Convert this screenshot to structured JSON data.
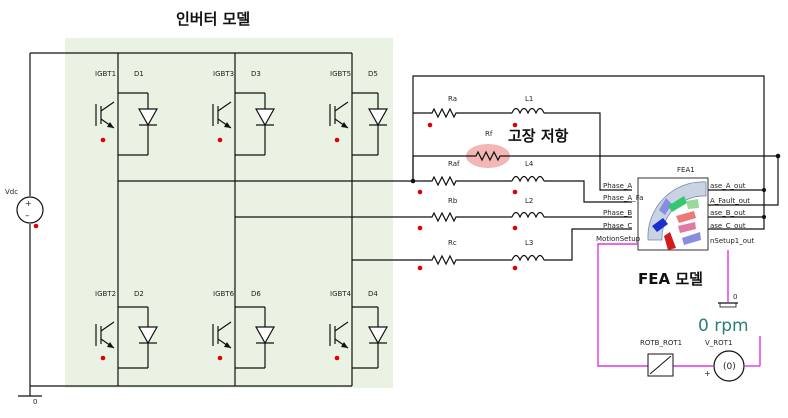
{
  "titles": {
    "inverter": "인버터 모델",
    "fault": "고장 저항",
    "fea": "FEA 모델",
    "rpm": "0 rpm"
  },
  "labels": {
    "vdc": "Vdc",
    "igbt1": "IGBT1",
    "d1": "D1",
    "igbt3": "IGBT3",
    "d3": "D3",
    "igbt5": "IGBT5",
    "d5": "D5",
    "igbt2": "IGBT2",
    "d2": "D2",
    "igbt6": "IGBT6",
    "d6": "D6",
    "igbt4": "IGBT4",
    "d4": "D4",
    "ra": "Ra",
    "l1": "L1",
    "rf": "Rf",
    "raf": "Raf",
    "l4": "L4",
    "rb": "Rb",
    "l2": "L2",
    "rc": "Rc",
    "l3": "L3",
    "fea1": "FEA1",
    "phase_a": "Phase_A",
    "phase_a_fault": "Phase_A_Fa",
    "phase_b": "Phase_B",
    "phase_c": "Phase_C",
    "motion_setup": "MotionSetup",
    "phase_a_out": "ase_A_out",
    "phase_a_fault_out": "A_Fault_out",
    "phase_b_out": "ase_B_out",
    "phase_c_out": "ase_C_out",
    "motion_setup_out": "nSetup1_out",
    "gnd_left": "0",
    "gnd_right": "0",
    "rotb": "ROTB_ROT1",
    "vrot": "V_ROT1"
  },
  "colors": {
    "inverter_bg": "#eaf3e3",
    "fault_highlight": "#f3b7b7",
    "wire": "#111111",
    "motion_wire": "#e036e0",
    "rpm_text": "#2a7f7a",
    "node_dot": "#e00000"
  }
}
